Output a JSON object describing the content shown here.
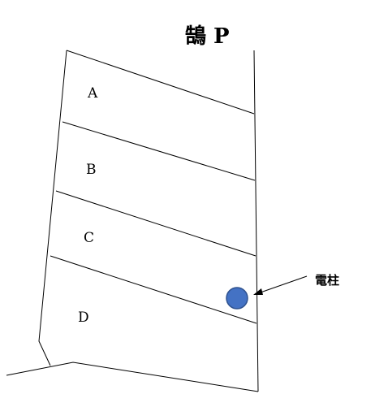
{
  "title": "鵠 P",
  "lots": [
    {
      "label": "A"
    },
    {
      "label": "B"
    },
    {
      "label": "C"
    },
    {
      "label": "D"
    }
  ],
  "pole": {
    "label": "電柱",
    "color": "#4472C4",
    "stroke_color": "#2F528F"
  },
  "line_color": "#000000"
}
